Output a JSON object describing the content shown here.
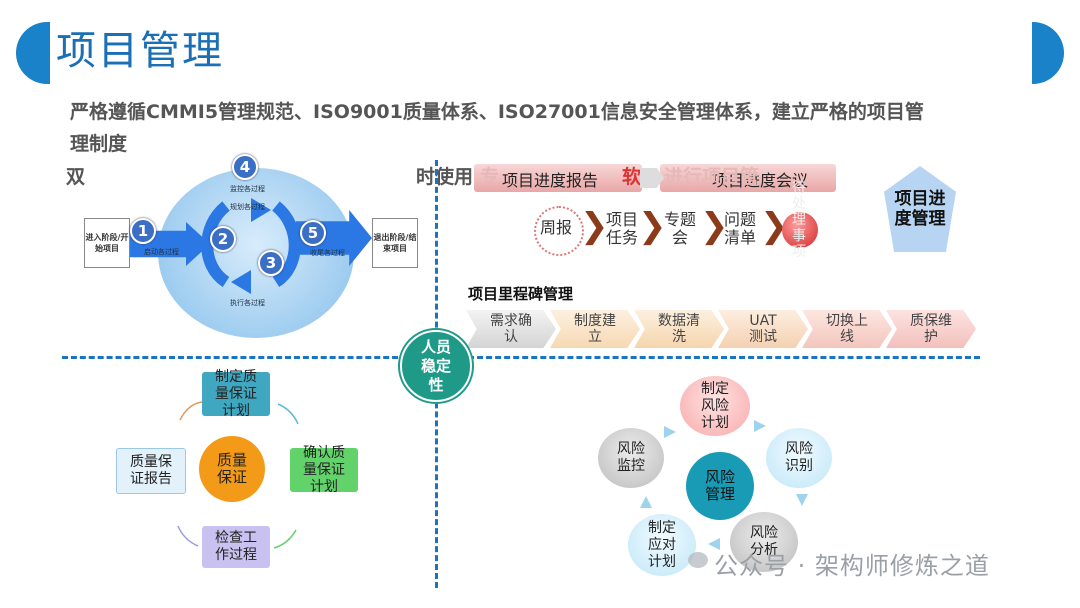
{
  "page": {
    "title": "项目管理",
    "intro_line1": "严格遵循CMMI5管理规范、ISO9001质量体系、ISO27001信息安全管理体系，建立严格的项目管",
    "intro_line2": "理制度",
    "frag_left": "双",
    "frag_mid": "时使用",
    "frag_overlay": "专",
    "frag_soft": "软",
    "frag_tail": "进行项目管"
  },
  "process": {
    "enter": "进入阶段/开始项目",
    "exit": "退出阶段/结束项目",
    "steps": [
      {
        "num": "1",
        "label": "启动各过程"
      },
      {
        "num": "2",
        "label": "规划各过程"
      },
      {
        "num": "3",
        "label": "执行各过程"
      },
      {
        "num": "4",
        "label": "监控各过程"
      },
      {
        "num": "5",
        "label": "收尾各过程"
      }
    ]
  },
  "progress": {
    "report": "项目进度报告",
    "meeting": "项目进度会议",
    "flow": [
      "周报",
      "项目任务",
      "专题会",
      "问题清单",
      "待处理事项"
    ],
    "badge": "项目进度管理"
  },
  "milestones": {
    "title": "项目里程碑管理",
    "items": [
      "需求确认",
      "制度建立",
      "数据清洗",
      "UAT测试",
      "切换上线",
      "质保维护"
    ]
  },
  "center": "人员稳定性",
  "quality": {
    "center": "质量保证",
    "plan": "制定质量保证计划",
    "confirm": "确认质量保证计划",
    "check": "检查工作过程",
    "report": "质量保证报告"
  },
  "risk": {
    "center": "风险管理",
    "plan": "制定风险计划",
    "identify": "风险识别",
    "analyze": "风险分析",
    "response": "制定应对计划",
    "monitor": "风险监控"
  },
  "watermark": "公众号 · 架构师修炼之道",
  "colors": {
    "accent": "#1a82c8",
    "center": "#1f9a88",
    "quality_center": "#f39a18",
    "risk_center": "#1a9bb5"
  }
}
